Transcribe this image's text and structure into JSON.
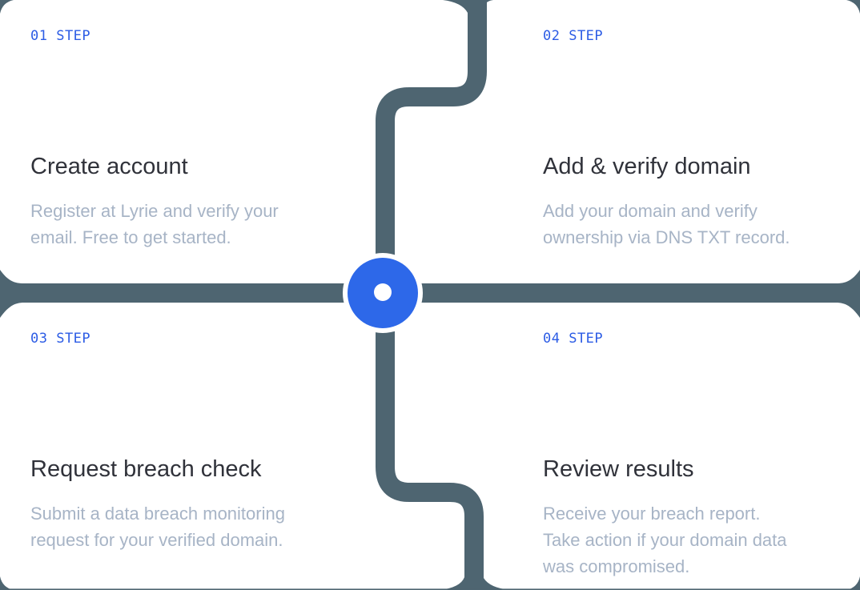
{
  "steps": [
    {
      "badge": "01 STEP",
      "title": "Create account",
      "description": "Register at Lyrie and verify your\nemail. Free to get started."
    },
    {
      "badge": "02 STEP",
      "title": "Add & verify domain",
      "description": "Add your domain and verify\nownership via DNS TXT record."
    },
    {
      "badge": "03 STEP",
      "title": "Request breach check",
      "description": "Submit a data breach monitoring\nrequest for your verified domain."
    },
    {
      "badge": "04 STEP",
      "title": "Review results",
      "description": "Receive your breach report.\nTake action if your domain data\nwas compromised."
    }
  ],
  "colors": {
    "path_color": "#4e6571",
    "accent_blue": "#2d68e9",
    "badge_blue": "#2c5ce5",
    "title_color": "#30323a",
    "body_color": "#a7b4c6",
    "background": "#ffffff"
  }
}
